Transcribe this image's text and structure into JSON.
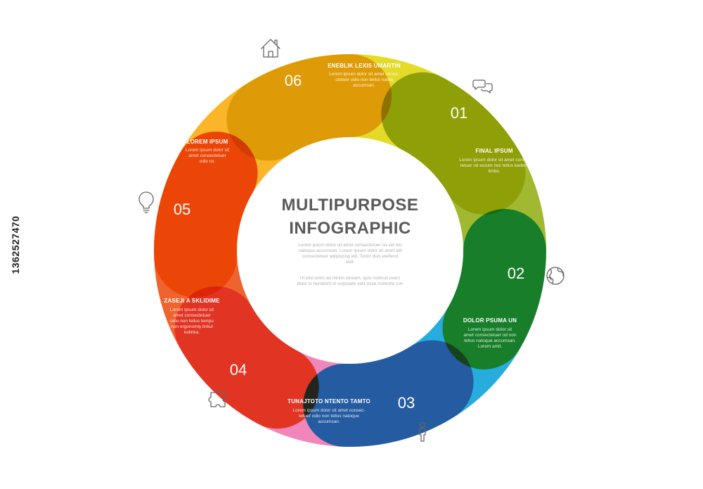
{
  "center": {
    "title_line1": "MULTIPURPOSE",
    "title_line2": "INFOGRAPHIC",
    "body_lines": [
      "Lorem ipsum dolor sit amet consectetuer ou vel mo",
      "natoque accumsan. Lorem ipsum dolor sit amet elit",
      "consectetuer adipiscing elit. Tortor duis eleifend",
      "sed.",
      "Ut wisi enim ad minim veniam, quis nostrud exerc",
      "dolor in hendrerit in vulputate velit esse molestie con"
    ]
  },
  "segments": [
    {
      "number": "01",
      "title": "FINAL IPSUM",
      "color": "#9cb524",
      "body": [
        "Lorem ipsum dolor sit amet conse-",
        "tetuer od eurum nec tellus kadem",
        "limbo."
      ]
    },
    {
      "number": "02",
      "title": "DOLOR PSUMA UN",
      "color": "#1aa9dc",
      "body": [
        "Lorem ipsum dolor sit",
        "amet consectetuer od non",
        "tellus natoque accumsan.",
        "Lorem amit."
      ]
    },
    {
      "number": "03",
      "title": "TUNAJTOTO NTENTO TAMTO",
      "color": "#f07fb7",
      "body": [
        "Lorem ipsum dolor sit amet consec-",
        "tetuer odio non tellus natoque",
        "accumsan."
      ]
    },
    {
      "number": "04",
      "title": "ZASEJI A SKLIDIME",
      "color": "#ef5a23",
      "body": [
        "Lorem ipsum dolor sit",
        "amet consectetuer",
        "odio non tellus tempu",
        "non ergonomiy linkul",
        "kolinka."
      ]
    },
    {
      "number": "05",
      "title": "LOREM IPSUM",
      "color": "#fbb11d",
      "body": [
        "Lorem ipsum dolor sit",
        "amet consectetuer",
        "odio nx."
      ]
    },
    {
      "number": "06",
      "title": "ENEBLIK LEXIS UMARTIN",
      "color": "#e2d91c",
      "body": [
        "Lorem ipsum dolor sit amet conse-",
        "ctetuer odio non tellus natoq",
        "accumsan."
      ]
    }
  ],
  "icons": [
    "chat-icon",
    "globe-icon",
    "person-icon",
    "puzzle-icon",
    "lightbulb-icon",
    "house-icon"
  ],
  "side_label": "1362527470"
}
